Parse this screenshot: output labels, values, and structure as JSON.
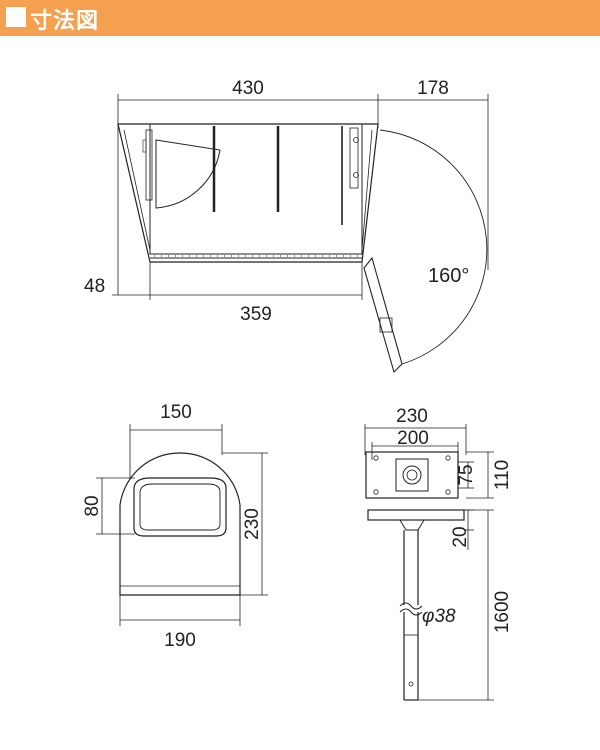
{
  "header": {
    "title": "寸法図",
    "icon": "square-bullet-icon",
    "bg": "#f5a04e"
  },
  "top_view": {
    "width": "430",
    "lid_extent": "178",
    "height": "48",
    "inner_width": "359",
    "angle": "160°"
  },
  "front_view": {
    "top_width": "150",
    "body_width": "190",
    "slot_height": "80",
    "height": "230"
  },
  "side_view": {
    "plate_width": "230",
    "hole_pitch": "200",
    "plate_inner": "75",
    "plate_depth": "110",
    "plate_thickness": "20",
    "pole_diameter": "φ38",
    "pole_height": "1600"
  }
}
